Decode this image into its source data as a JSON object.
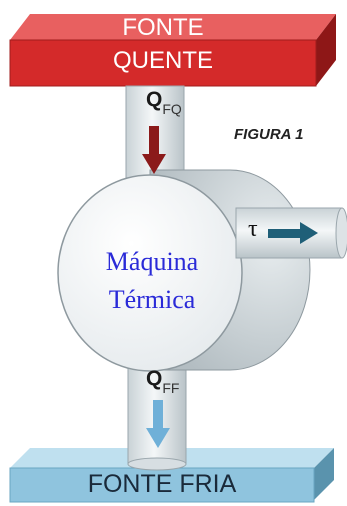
{
  "hot_source": {
    "line1": "FONTE",
    "line2": "QUENTE",
    "color": "#d42a2a"
  },
  "cold_source": {
    "label": "FONTE  FRIA",
    "color": "#8fc4de"
  },
  "figure_label": "FIGURA  1",
  "heat_in": {
    "symbol": "Q",
    "subscript": "FQ",
    "arrow_color": "#8b1a1a"
  },
  "heat_out": {
    "symbol": "Q",
    "subscript": "FF",
    "arrow_color": "#6fb0d8"
  },
  "machine": {
    "line1": "Máquina",
    "line2": "Térmica",
    "text_color": "#2a2ad8"
  },
  "work": {
    "symbol": "τ",
    "arrow_color": "#1f5f78"
  }
}
